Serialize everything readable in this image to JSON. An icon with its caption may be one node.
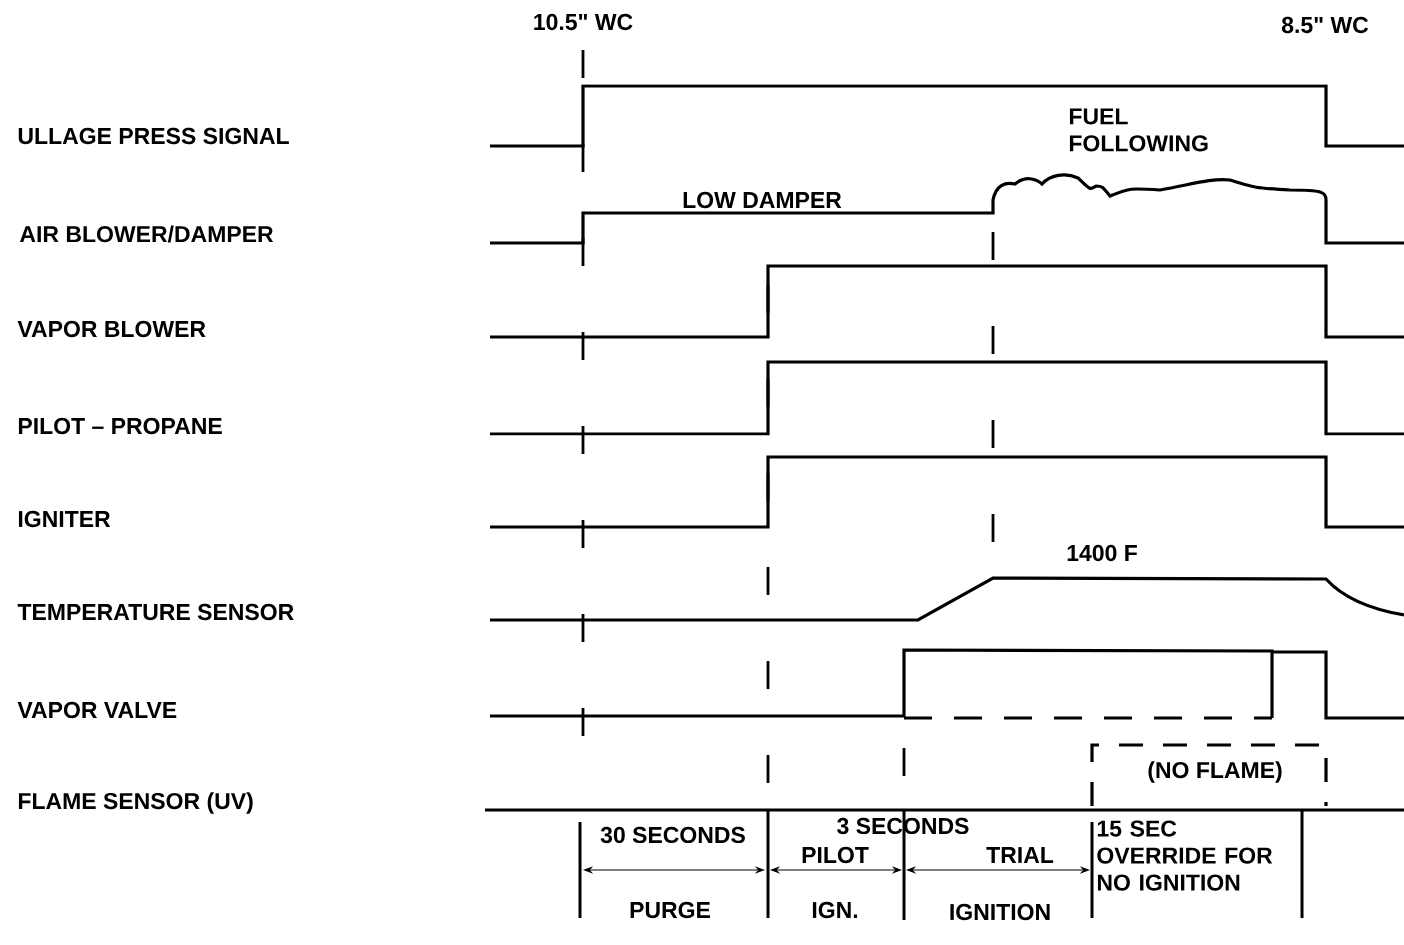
{
  "diagram": {
    "labels": [
      "10.5\" WC",
      "8.5\" WC",
      "ULLAGE PRESS SIGNAL",
      "FUEL FOLLOWING",
      "AIR BLOWER/DAMPER",
      "LOW DAMPER",
      "VAPOR BLOWER",
      "PILOT – PROPANE",
      "IGNITER",
      "1400 F",
      "TEMPERATURE SENSOR",
      "VAPOR VALVE",
      "(NO FLAME)",
      "FLAME SENSOR (UV)",
      "30 SECONDS",
      "3 SECONDS",
      "PILOT",
      "TRIAL",
      "15 SEC OVERRIDE FOR NO IGNITION",
      "PURGE",
      "IGN.",
      "IGNITION"
    ]
  }
}
